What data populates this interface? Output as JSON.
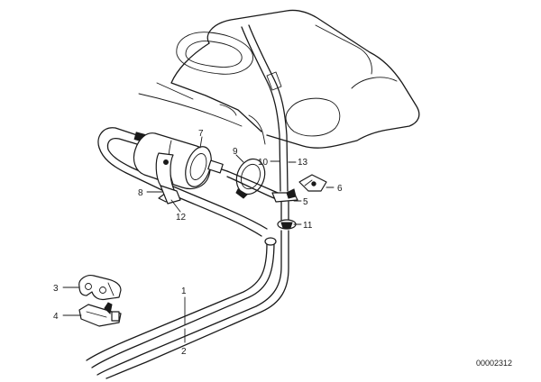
{
  "diagram": {
    "callouts": [
      "1",
      "2",
      "3",
      "4",
      "5",
      "6",
      "7",
      "8",
      "9",
      "10",
      "11",
      "12",
      "13"
    ],
    "document_number": "00002312"
  }
}
